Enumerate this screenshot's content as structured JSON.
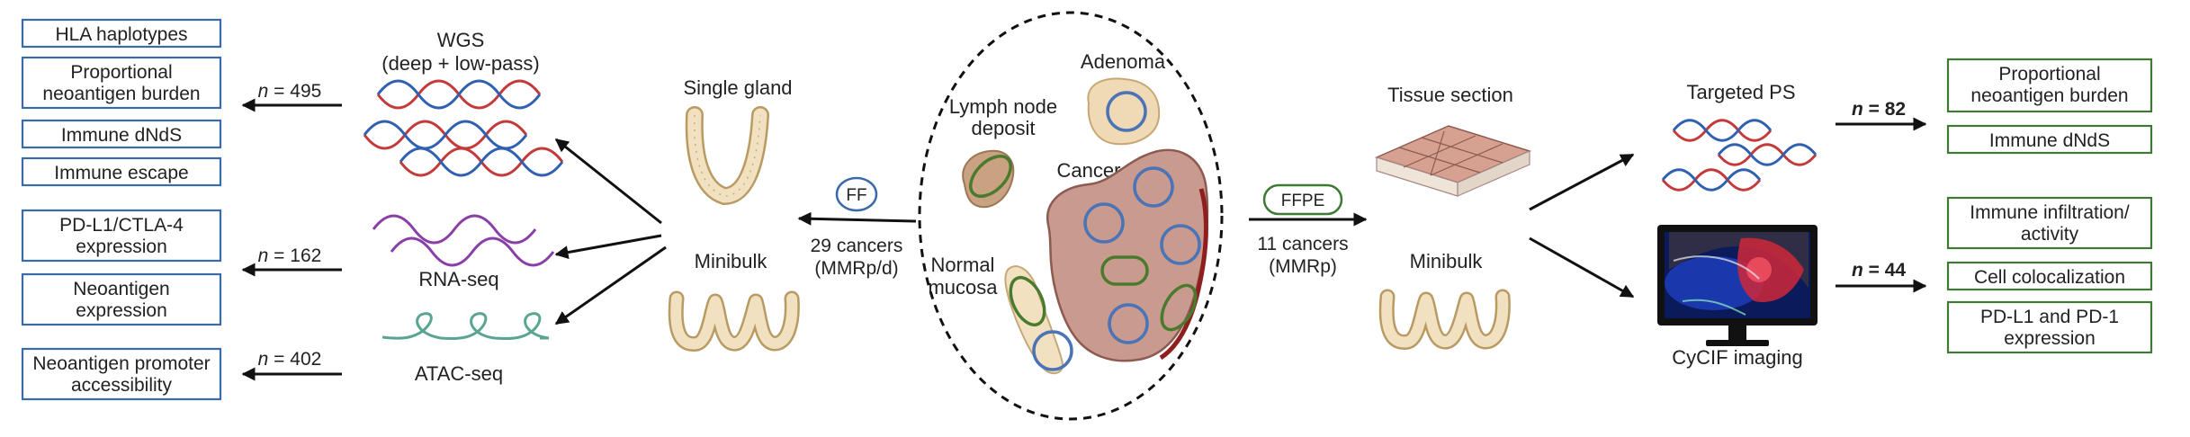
{
  "colors": {
    "left_box_border": "#3a6aa8",
    "right_box_border": "#3f7a35",
    "dna_red": "#c43a3a",
    "dna_blue": "#3060b0",
    "rna_purple": "#8a3fa8",
    "atac_teal": "#5aa592",
    "gland_fill": "#f1e1c0",
    "cancer_fill": "#c99a8e",
    "ring_blue": "#4a73b8",
    "ring_green": "#4a7a2e"
  },
  "left_outputs": [
    {
      "lines": [
        "HLA haplotypes"
      ]
    },
    {
      "lines": [
        "Proportional",
        "neoantigen burden"
      ]
    },
    {
      "lines": [
        "Immune dNdS"
      ]
    },
    {
      "lines": [
        "Immune escape"
      ]
    },
    {
      "lines": [
        "PD-L1/CTLA-4",
        "expression"
      ]
    },
    {
      "lines": [
        "Neoantigen",
        "expression"
      ]
    },
    {
      "lines": [
        "Neoantigen promoter",
        "accessibility"
      ]
    }
  ],
  "left_counts": [
    {
      "prefix": "n",
      "value": " = 495"
    },
    {
      "prefix": "n",
      "value": " = 162"
    },
    {
      "prefix": "n",
      "value": " = 402"
    }
  ],
  "assays_left": {
    "wgs": [
      "WGS",
      "(deep + low-pass)"
    ],
    "rna": "RNA-seq",
    "atac": "ATAC-seq"
  },
  "samples_left": {
    "single_gland": "Single gland",
    "minibulk": "Minibulk"
  },
  "ff": {
    "badge": "FF",
    "lines": [
      "29 cancers",
      "(MMRp/d)"
    ]
  },
  "center": {
    "adenoma": "Adenoma",
    "lymph_node": [
      "Lymph node",
      "deposit"
    ],
    "cancer": "Cancer",
    "normal": [
      "Normal",
      "mucosa"
    ]
  },
  "ffpe": {
    "badge": "FFPE",
    "lines": [
      "11 cancers",
      "(MMRp)"
    ]
  },
  "samples_right": {
    "tissue_section": "Tissue section",
    "minibulk": "Minibulk"
  },
  "assays_right": {
    "targeted_ps": "Targeted PS",
    "cycif": "CyCIF imaging"
  },
  "right_counts": [
    {
      "prefix": "n",
      "value": " = 82"
    },
    {
      "prefix": "n",
      "value": " = 44"
    }
  ],
  "right_outputs": [
    {
      "lines": [
        "Proportional",
        "neoantigen burden"
      ]
    },
    {
      "lines": [
        "Immune dNdS"
      ]
    },
    {
      "lines": [
        "Immune infiltration/",
        "activity"
      ]
    },
    {
      "lines": [
        "Cell colocalization"
      ]
    },
    {
      "lines": [
        "PD-L1 and PD-1",
        "expression"
      ]
    }
  ]
}
